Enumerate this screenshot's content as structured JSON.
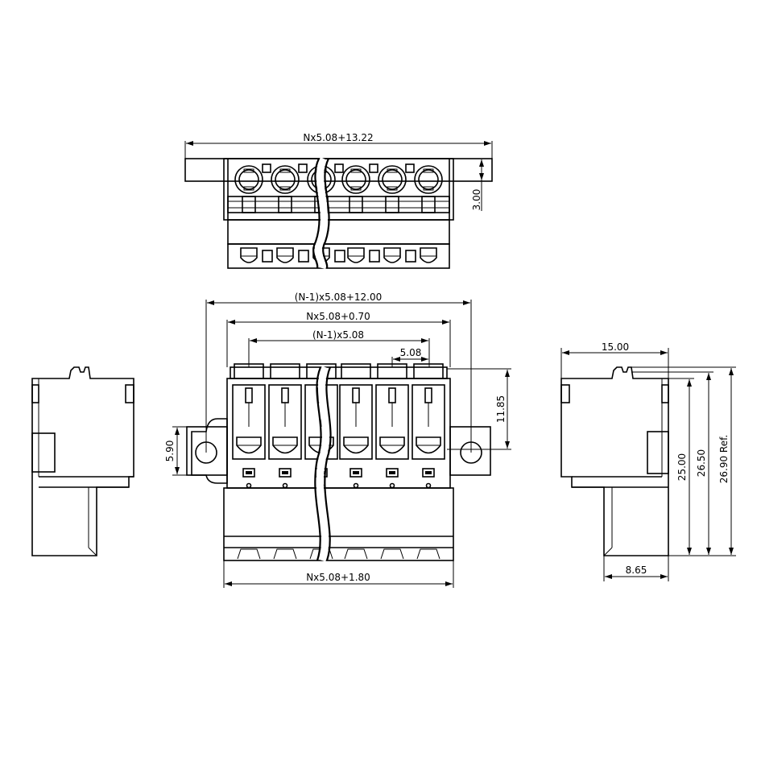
{
  "dimensions": {
    "top_width": "Nx5.08+13.22",
    "top_height": "3.00",
    "outer_pitch": "(N-1)x5.08+12.00",
    "body_width": "Nx5.08+0.70",
    "inner_pitch": "(N-1)x5.08",
    "pitch": "5.08",
    "pin_height": "11.85",
    "flange_height": "5.90",
    "bottom_width": "Nx5.08+1.80",
    "side_depth": "15.00",
    "side_bottom": "8.65",
    "height_25": "25.00",
    "height_26_5": "26.50",
    "height_ref": "26.90 Ref."
  },
  "views": [
    "top-view",
    "front-view",
    "left-side-view",
    "right-side-view"
  ]
}
